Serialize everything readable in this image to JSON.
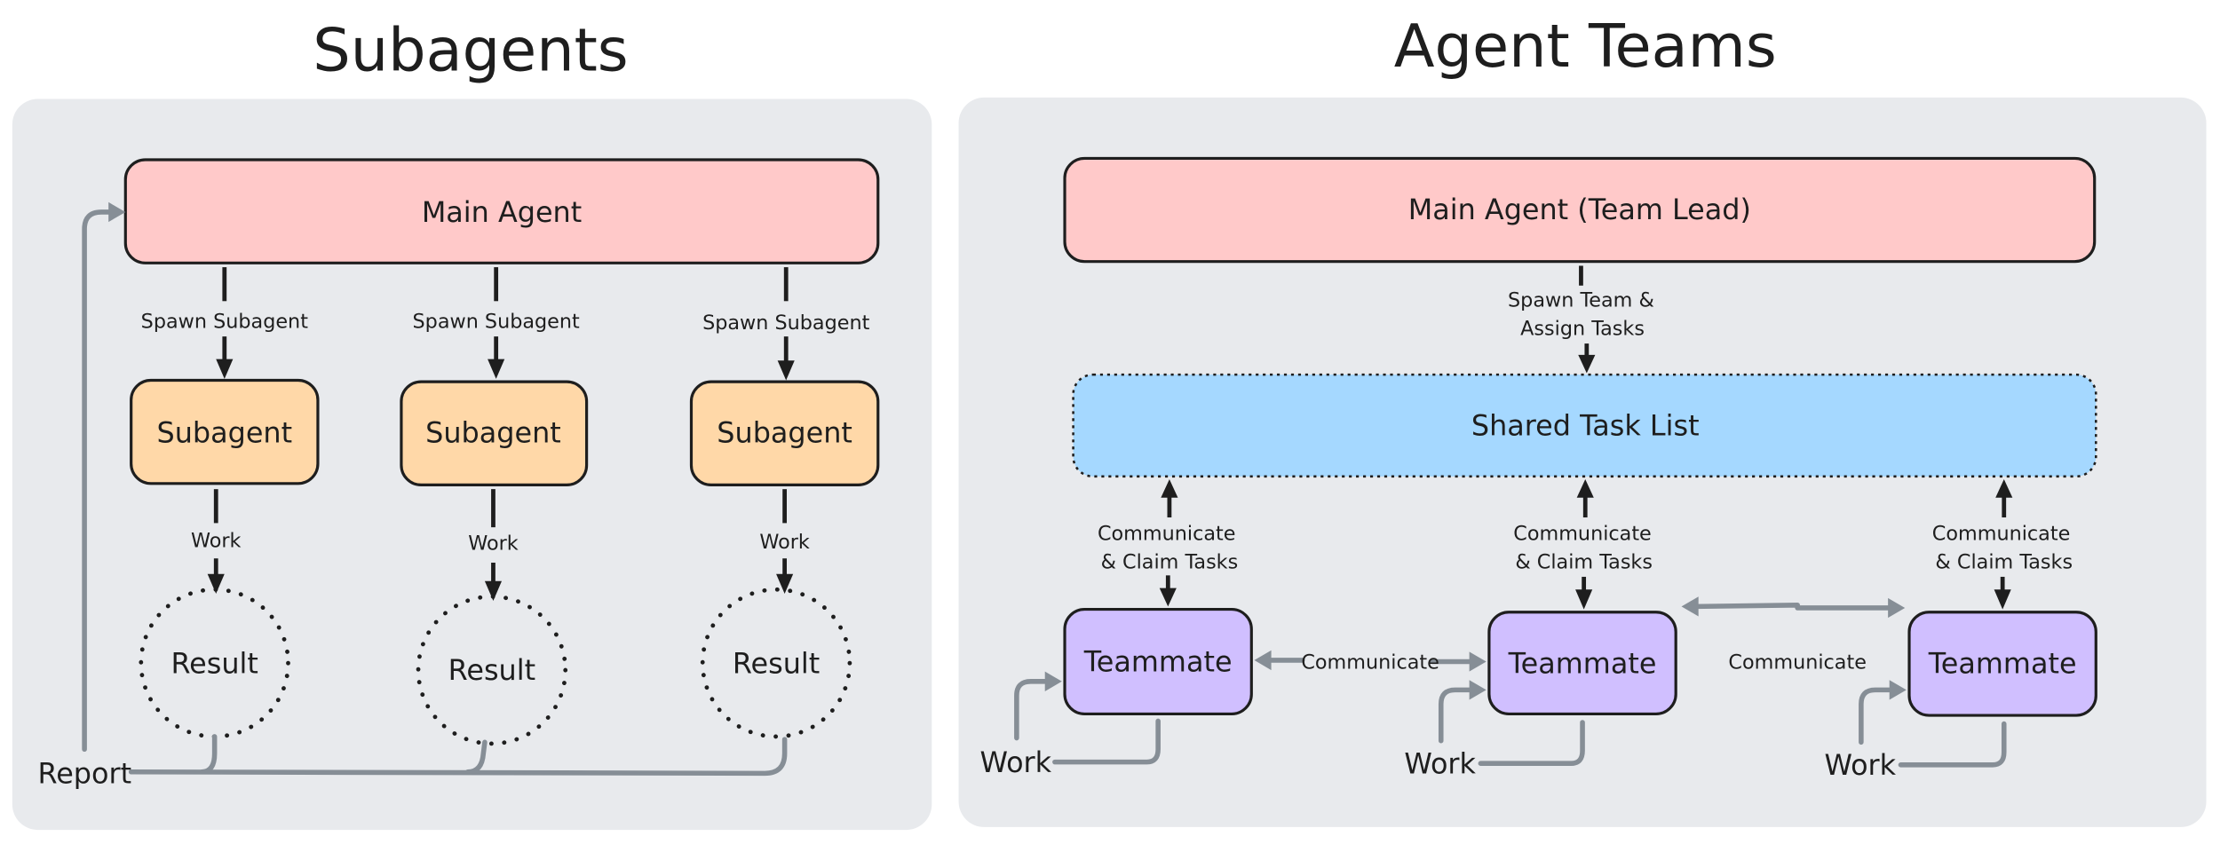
{
  "left_panel": {
    "title": "Subagents",
    "main_agent": "Main Agent",
    "spawn_labels": [
      "Spawn Subagent",
      "Spawn Subagent",
      "Spawn Subagent"
    ],
    "subagents": [
      "Subagent",
      "Subagent",
      "Subagent"
    ],
    "work_labels": [
      "Work",
      "Work",
      "Work"
    ],
    "results": [
      "Result",
      "Result",
      "Result"
    ],
    "report_label": "Report"
  },
  "right_panel": {
    "title": "Agent Teams",
    "main_agent": "Main Agent (Team Lead)",
    "spawn_label_line1": "Spawn Team &",
    "spawn_label_line2": "Assign Tasks",
    "shared_task_list": "Shared Task List",
    "claim_labels": [
      {
        "line1": "Communicate",
        "line2": "& Claim Tasks"
      },
      {
        "line1": "Communicate",
        "line2": "& Claim Tasks"
      },
      {
        "line1": "Communicate",
        "line2": "& Claim Tasks"
      }
    ],
    "teammates": [
      "Teammate",
      "Teammate",
      "Teammate"
    ],
    "communicate_labels": [
      "Communicate",
      "Communicate"
    ],
    "work_labels": [
      "Work",
      "Work",
      "Work"
    ]
  },
  "colors": {
    "main_agent_fill": "#ffc9c9",
    "subagent_fill": "#ffd8a8",
    "teammate_fill": "#d0bfff",
    "shared_list_fill": "#a5d8ff",
    "panel_bg": "#e8eaed",
    "gray_connector": "#868e96",
    "ink": "#1e1e1e"
  }
}
